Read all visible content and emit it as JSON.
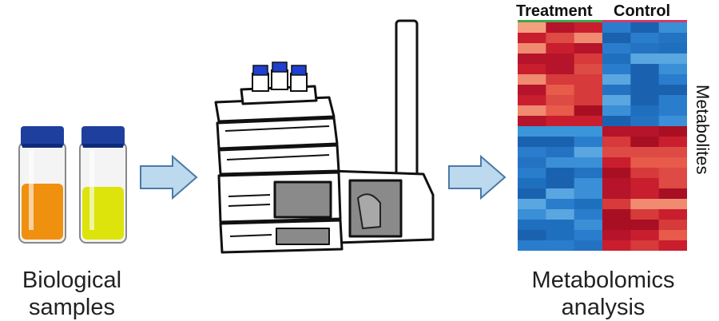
{
  "captions": {
    "left_line1": "Biological",
    "left_line2": "samples",
    "right_line1": "Metabolomics",
    "right_line2": "analysis"
  },
  "heatmap": {
    "group_treatment": "Treatment",
    "group_control": "Control",
    "axis_label": "Metabolites"
  },
  "colors": {
    "vial_cap": "#1f3f9e",
    "vial_liquid_left": "#f0900f",
    "vial_liquid_right": "#dde40c",
    "arrow_fill": "#bcd9ee",
    "arrow_stroke": "#4a7aa8",
    "treatment_bar": "#3aa84a",
    "control_bar": "#d23a6a",
    "heat_red": "#c81e2e",
    "heat_blue": "#1f6fbf"
  },
  "icons": [
    "vial-icon",
    "right-arrow-icon",
    "lc-ms-instrument-icon",
    "heatmap-icon"
  ]
}
